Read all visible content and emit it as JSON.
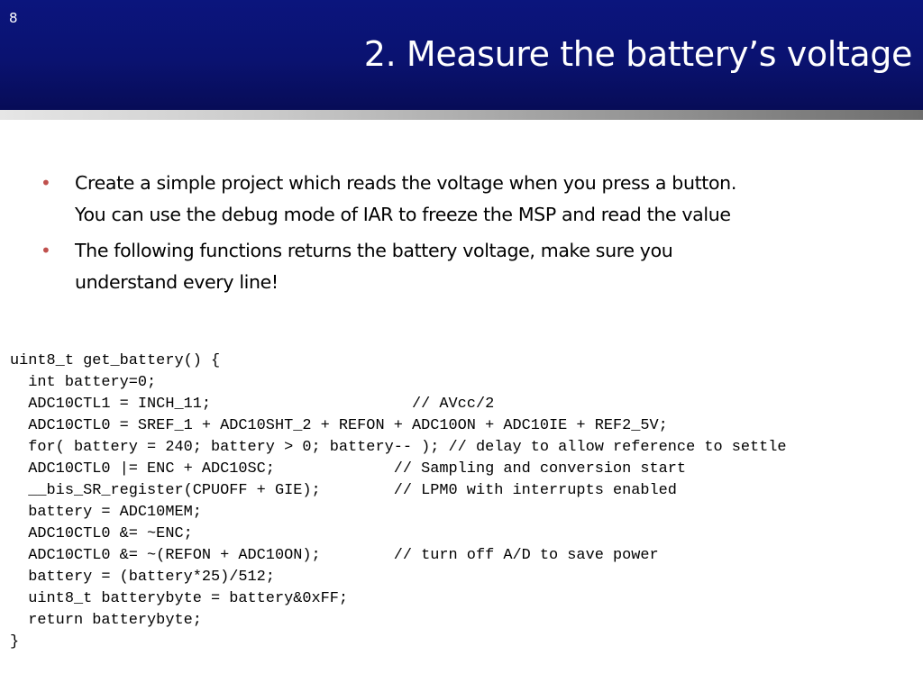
{
  "slide": {
    "number": "8",
    "title": "2. Measure the battery’s voltage"
  },
  "bullets": [
    {
      "line1": "Create a simple project which reads the voltage when you press a button.",
      "line2": "You can use the debug mode of IAR to freeze the MSP and read the value"
    },
    {
      "line1": "The following functions returns the battery voltage, make sure you",
      "line2": "understand every line!"
    }
  ],
  "code": [
    "uint8_t get_battery() {",
    "  int battery=0;",
    "  ADC10CTL1 = INCH_11;                      // AVcc/2",
    "  ADC10CTL0 = SREF_1 + ADC10SHT_2 + REFON + ADC10ON + ADC10IE + REF2_5V;",
    "  for( battery = 240; battery > 0; battery-- ); // delay to allow reference to settle",
    "  ADC10CTL0 |= ENC + ADC10SC;             // Sampling and conversion start",
    "  __bis_SR_register(CPUOFF + GIE);        // LPM0 with interrupts enabled",
    "  battery = ADC10MEM;",
    "  ADC10CTL0 &= ~ENC;",
    "  ADC10CTL0 &= ~(REFON + ADC10ON);        // turn off A/D to save power",
    "  battery = (battery*25)/512;",
    "  uint8_t batterybyte = battery&0xFF;",
    "  return batterybyte;",
    "}"
  ],
  "colors": {
    "header_bg": "#0a1270",
    "bullet": "#c0504d",
    "text": "#000000"
  }
}
